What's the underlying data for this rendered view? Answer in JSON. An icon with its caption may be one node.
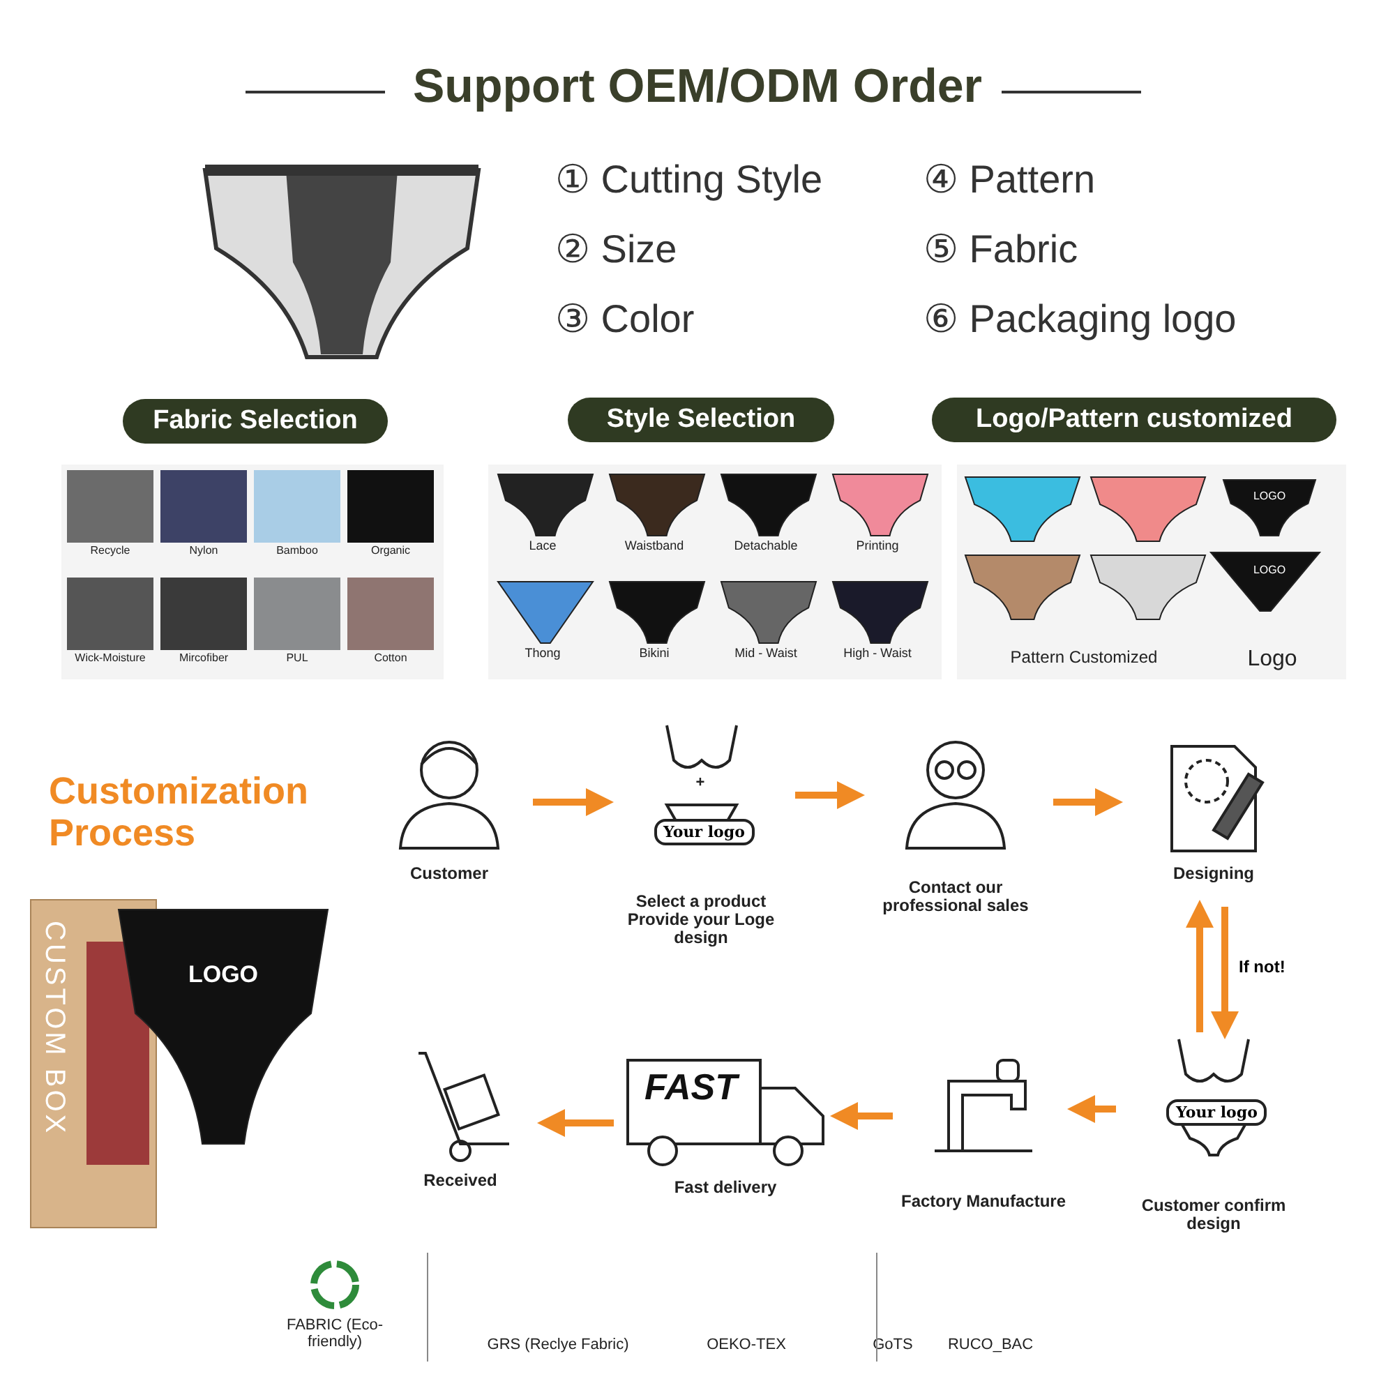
{
  "diagram": {
    "title": "Support OEM/ODM Order",
    "nodes": [
      {
        "text": [
          "Fabric Selection"
        ]
      },
      {
        "text": [
          "Style Selection"
        ]
      },
      {
        "text": [
          "Logo/Pattern customized"
        ]
      },
      {
        "text": [
          "Customer"
        ]
      },
      {
        "text": [
          "Your logo",
          "Select a product Provide your Loge design"
        ]
      },
      {
        "text": [
          "Contact our professional sales"
        ]
      },
      {
        "text": [
          "Designing"
        ]
      },
      {
        "text": [
          "Your logo",
          "Customer confirm design"
        ]
      },
      {
        "text": [
          "Factory Manufacture"
        ]
      },
      {
        "text": [
          "FAST",
          "Fast delivery"
        ]
      },
      {
        "text": [
          "Received"
        ]
      }
    ],
    "edges": [
      {
        "from": 3,
        "to": 4,
        "arrow": "to"
      },
      {
        "from": 4,
        "to": 5,
        "arrow": "to"
      },
      {
        "from": 5,
        "to": 6,
        "arrow": "to"
      },
      {
        "from": 7,
        "to": 6,
        "arrow": "to"
      },
      {
        "from": 6,
        "to": 7,
        "arrow": "to",
        "label": "If not!"
      },
      {
        "from": 7,
        "to": 8,
        "arrow": "to"
      },
      {
        "from": 8,
        "to": 9,
        "arrow": "to"
      },
      {
        "from": 9,
        "to": 10,
        "arrow": "to"
      }
    ],
    "labels": [
      "① Cutting Style",
      "④ Pattern",
      "② Size",
      "⑤ Fabric",
      "③ Color",
      "⑥ Packaging logo",
      "Recycle",
      "Nylon",
      "Bamboo",
      "Organic",
      "Wick-Moisture",
      "Mircofiber",
      "PUL",
      "Cotton",
      "Lace",
      "Waistband",
      "Detachable",
      "Printing",
      "Thong",
      "Bikini",
      "Mid - Waist",
      "High - Waist",
      "LOGO",
      "LOGO",
      "Pattern Customized",
      "Logo",
      "Customization Process",
      "+",
      "CUSTOM BOX",
      "LOGO",
      "FABRIC (Eco-friendly)",
      "GRS (Reclye Fabric)",
      "OEKO-TEX",
      "GoTS",
      "RUCO_BAC"
    ]
  }
}
